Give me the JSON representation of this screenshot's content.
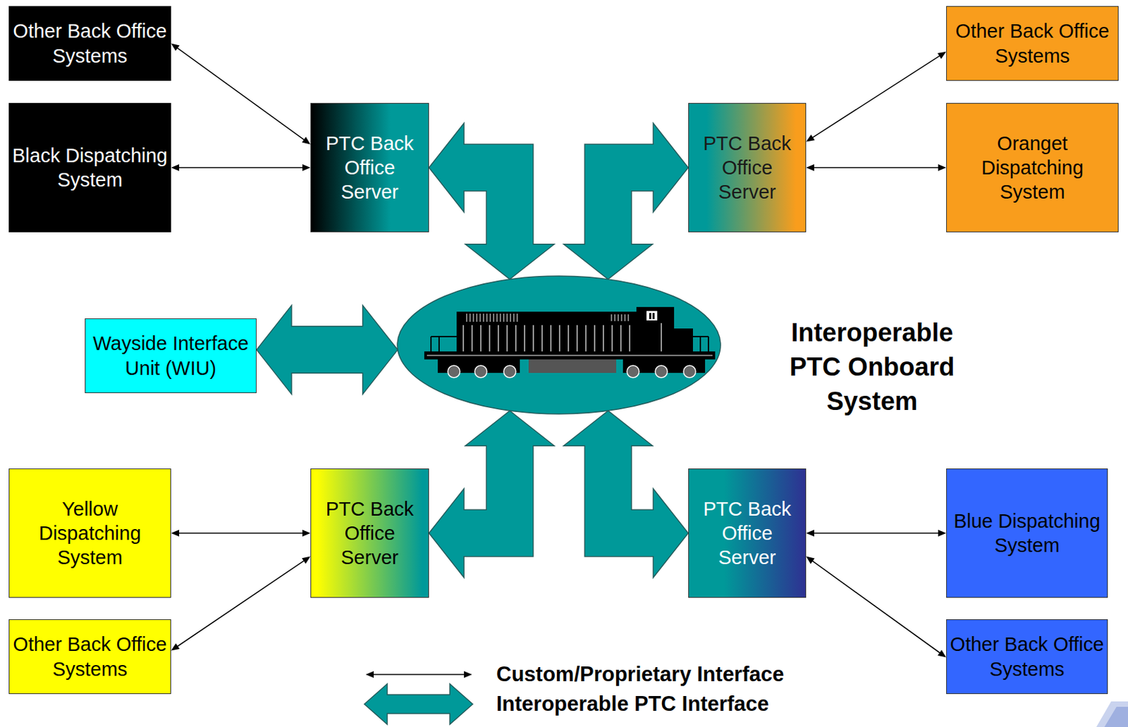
{
  "diagram": {
    "nodes": [
      {
        "text": [
          "Other Back Office Systems"
        ]
      },
      {
        "text": [
          "Other Back Office Systems"
        ]
      },
      {
        "text": [
          "Black Dispatching System"
        ]
      },
      {
        "text": [
          "PTC Back Office Server"
        ]
      },
      {
        "text": [
          "PTC Back Office Server"
        ]
      },
      {
        "text": [
          "Oranget Dispatching System"
        ]
      },
      {
        "text": [
          "Wayside Interface Unit (WIU)"
        ]
      },
      {
        "text": [
          "Interoperable PTC Onboard System"
        ]
      },
      {
        "text": [
          "Yellow Dispatching System"
        ]
      },
      {
        "text": [
          "PTC Back Office Server"
        ]
      },
      {
        "text": [
          "PTC Back Office Server"
        ]
      },
      {
        "text": [
          "Blue Dispatching System"
        ]
      },
      {
        "text": [
          "Other Back Office Systems"
        ]
      },
      {
        "text": [
          "Other Back Office Systems"
        ]
      }
    ],
    "edges": [
      {
        "from": 0,
        "to": 3,
        "arrow": "both"
      },
      {
        "from": 2,
        "to": 3,
        "arrow": "both"
      },
      {
        "from": 1,
        "to": 4,
        "arrow": "both"
      },
      {
        "from": 5,
        "to": 4,
        "arrow": "both"
      },
      {
        "from": 3,
        "to": 7,
        "arrow": "both"
      },
      {
        "from": 4,
        "to": 7,
        "arrow": "both"
      },
      {
        "from": 6,
        "to": 7,
        "arrow": "both"
      },
      {
        "from": 9,
        "to": 7,
        "arrow": "both"
      },
      {
        "from": 10,
        "to": 7,
        "arrow": "both"
      },
      {
        "from": 8,
        "to": 9,
        "arrow": "both"
      },
      {
        "from": 12,
        "to": 9,
        "arrow": "both"
      },
      {
        "from": 11,
        "to": 10,
        "arrow": "both"
      },
      {
        "from": 13,
        "to": 10,
        "arrow": "both"
      }
    ],
    "legend": [
      {
        "text": "Custom/Proprietary Interface"
      },
      {
        "text": "Interoperable PTC Interface"
      }
    ]
  }
}
